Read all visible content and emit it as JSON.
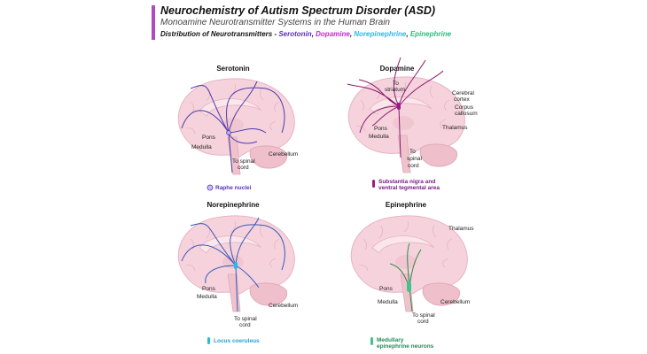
{
  "header": {
    "title": "Neurochemistry of Autism Spectrum Disorder (ASD)",
    "subtitle": "Monoamine Neurotransmitter Systems in the Human Brain",
    "distribution_prefix": "Distribution of Neurotransmitters - ",
    "nt": [
      {
        "name": "Serotonin",
        "color": "#5b2fc2"
      },
      {
        "name": "Dopamine",
        "color": "#d21fd6"
      },
      {
        "name": "Norepinephrine",
        "color": "#22bde6"
      },
      {
        "name": "Epinephrine",
        "color": "#20c27f"
      }
    ]
  },
  "panels": {
    "serotonin": {
      "title": "Serotonin",
      "labels": [
        "Pons",
        "Medulla",
        "Cerebellum",
        "To spinal",
        "cord"
      ],
      "legend": "Raphe nuclei",
      "color": "#4a3aa8",
      "legend_color": "#5b2fc2"
    },
    "dopamine": {
      "title": "Dopamine",
      "labels": [
        "To",
        "striatum",
        "Cerebral",
        "cortex",
        "Corpus",
        "callosum",
        "Thalamus",
        "Pons",
        "Medulla",
        "To",
        "spinal",
        "cord"
      ],
      "legend": [
        "Substantia nigra and",
        "ventral tegmental area"
      ],
      "color": "#8a1a6e",
      "legend_color": "#7a1a8a"
    },
    "norepinephrine": {
      "title": "Norepinephrine",
      "labels": [
        "Pons",
        "Medulla",
        "Cerebellum",
        "To spinal",
        "cord"
      ],
      "legend": "Locus coeruleus",
      "color": "#3a58b8",
      "legend_color": "#1e9fd0"
    },
    "epinephrine": {
      "title": "Epinephrine",
      "labels": [
        "Thalamus",
        "Pons",
        "Medulla",
        "Cerebellum",
        "To spinal",
        "cord"
      ],
      "legend": [
        "Medullary",
        "epinephrine neurons"
      ],
      "color": "#2a8a4a",
      "legend_color": "#1e8a5a"
    }
  }
}
